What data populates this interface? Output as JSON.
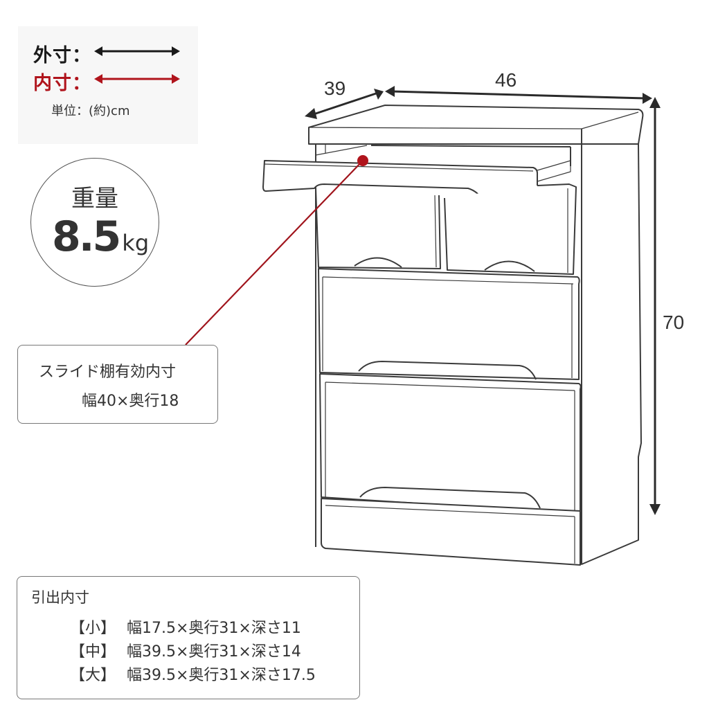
{
  "legend": {
    "outer_label": "外寸：",
    "inner_label": "内寸：",
    "unit": "単位：(約)cm",
    "outer_color": "#1a1a1a",
    "inner_color": "#b0141c"
  },
  "weight": {
    "label": "重量",
    "value": "8.5",
    "unit": "kg"
  },
  "dimensions": {
    "depth": "39",
    "width": "46",
    "height": "70"
  },
  "slide_shelf": {
    "title": "スライド棚有効内寸",
    "dims": "幅40×奥行18"
  },
  "drawer_inner": {
    "title": "引出内寸",
    "rows": [
      {
        "size": "【小】",
        "dims": "幅17.5×奥行31×深さ11"
      },
      {
        "size": "【中】",
        "dims": "幅39.5×奥行31×深さ14"
      },
      {
        "size": "【大】",
        "dims": "幅39.5×奥行31×深さ17.5"
      }
    ]
  },
  "colors": {
    "accent_red": "#b0141c",
    "line": "#3a3a3a"
  }
}
